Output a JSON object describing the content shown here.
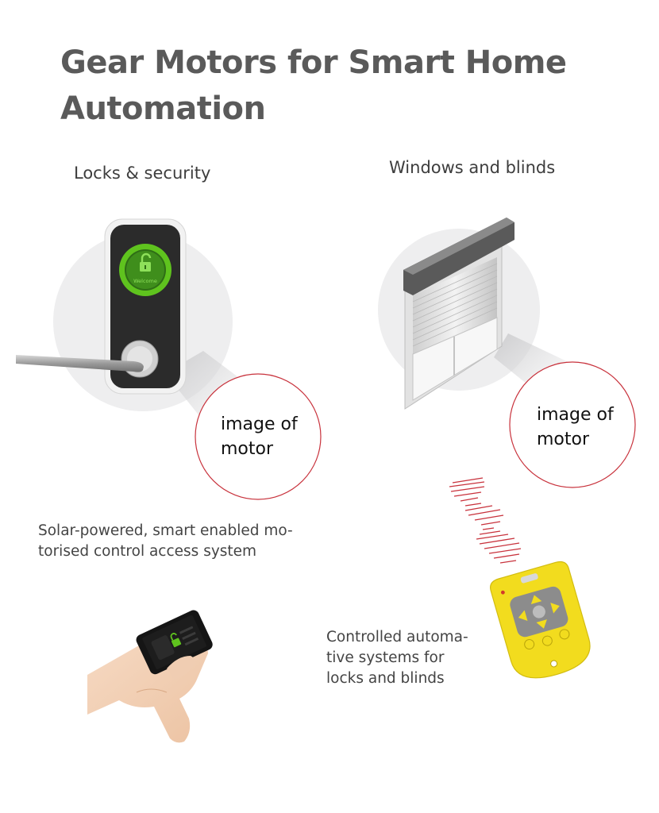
{
  "title": "Gear Motors for Smart Home Automation",
  "sections": {
    "locks": {
      "label": "Locks & security",
      "lock_screen_text": "Welcome",
      "motor_placeholder": [
        "image of",
        "motor"
      ],
      "caption": [
        "Solar-powered, smart enabled mo-",
        "torised control access system"
      ]
    },
    "windows": {
      "label": "Windows and blinds",
      "motor_placeholder": [
        "image of",
        "motor"
      ]
    },
    "controls": {
      "caption": [
        "Controlled automa-",
        "tive systems for",
        "locks and blinds"
      ]
    }
  },
  "colors": {
    "accent_red": "#c8323c",
    "lock_green": "#5fc31e",
    "remote_yellow": "#f2dc1e",
    "bg_circle": "#eeeeef"
  }
}
